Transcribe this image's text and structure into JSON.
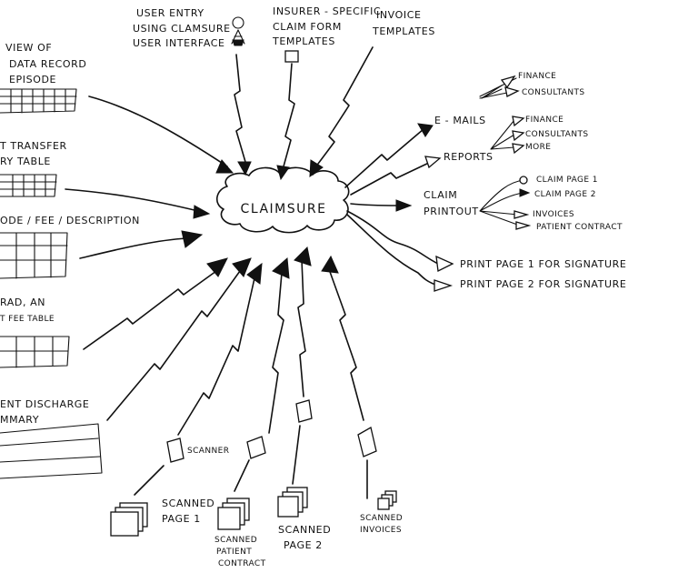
{
  "hub": {
    "label": "CLAIMSURE"
  },
  "top_inputs": {
    "user_entry": [
      "USER ENTRY",
      "USING CLAMSURE",
      "USER INTERFACE"
    ],
    "insurer_templates": [
      "INSURER - SPECIFIC",
      "CLAIM FORM",
      "TEMPLATES"
    ],
    "invoice_templates": [
      "INVOICE",
      "TEMPLATES"
    ]
  },
  "left_inputs": {
    "data_record": [
      "VIEW OF",
      "DATA RECORD",
      "EPISODE"
    ],
    "transfer_table": [
      "T TRANSFER",
      "RY TABLE"
    ],
    "code_table": [
      "ODE / FEE / DESCRIPTION"
    ],
    "fee_table": [
      "RAD, AN",
      "T FEE TABLE"
    ],
    "discharge": [
      "ENT DISCHARGE",
      "MMARY"
    ]
  },
  "bottom_inputs": {
    "scanner_label": "SCANNER",
    "scanned_page1": [
      "SCANNED",
      "PAGE 1"
    ],
    "scanned_contract": [
      "SCANNED",
      "PATIENT",
      "CONTRACT"
    ],
    "scanned_page2": [
      "SCANNED",
      "PAGE 2"
    ],
    "scanned_invoices": [
      "SCANNED",
      "INVOICES"
    ]
  },
  "outputs": {
    "emails": {
      "label": "E - MAILS",
      "targets": [
        "FINANCE",
        "CONSULTANTS"
      ]
    },
    "reports": {
      "label": "REPORTS",
      "targets": [
        "FINANCE",
        "CONSULTANTS",
        "MORE"
      ]
    },
    "claim_printout": {
      "label": [
        "CLAIM",
        "PRINTOUT"
      ],
      "targets": [
        "CLAIM PAGE 1",
        "CLAIM PAGE 2",
        "INVOICES",
        "PATIENT CONTRACT"
      ]
    },
    "print_page1": "PRINT PAGE 1 FOR SIGNATURE",
    "print_page2": "PRINT PAGE 2 FOR SIGNATURE"
  }
}
